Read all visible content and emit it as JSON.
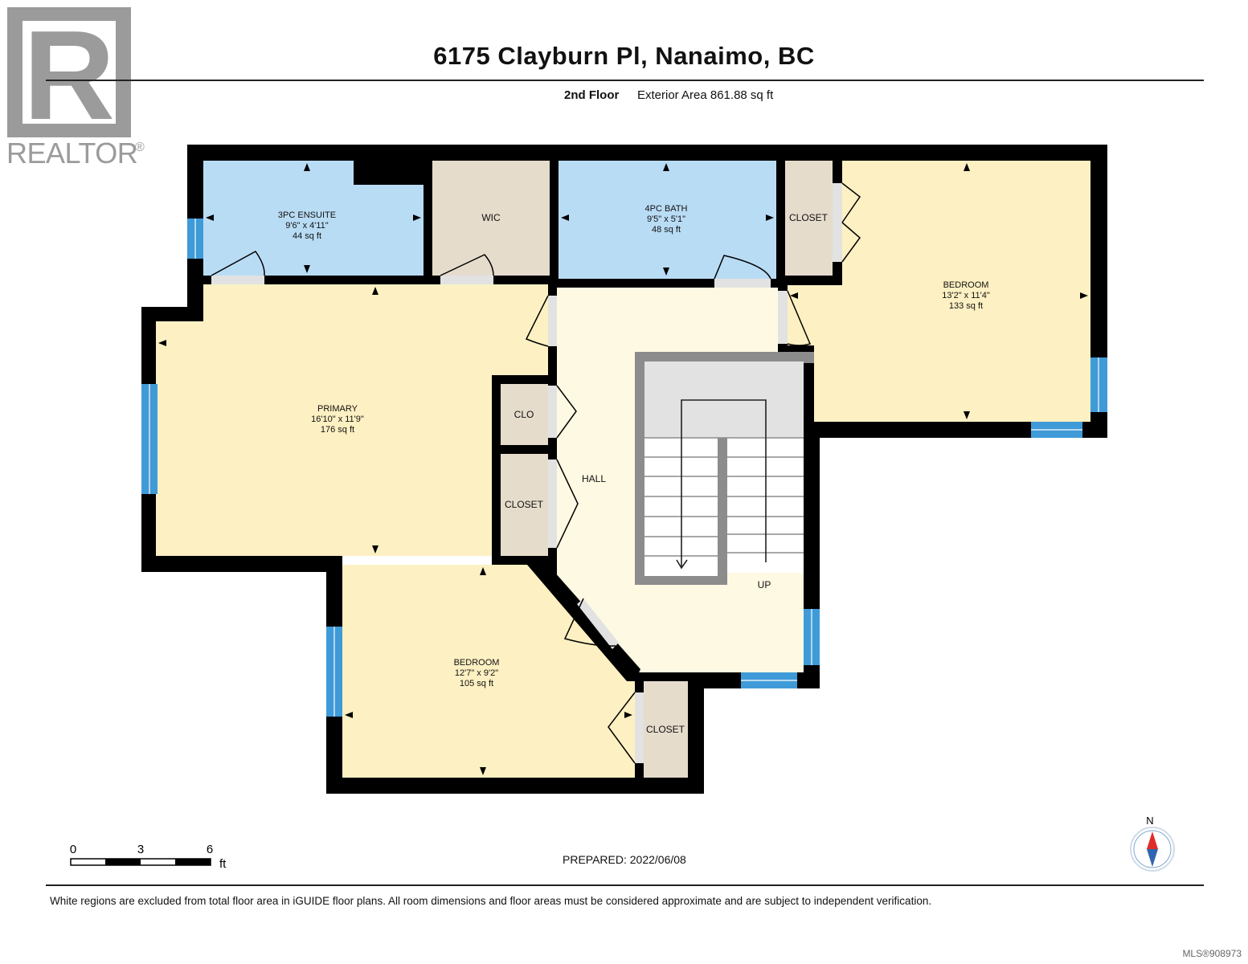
{
  "logo": {
    "letter": "R",
    "wordmark": "REALTOR",
    "mark": "®"
  },
  "header": {
    "title": "6175 Clayburn Pl, Nanaimo, BC",
    "floor": "2nd Floor",
    "area": "Exterior Area 861.88 sq ft"
  },
  "rooms": {
    "ensuite": {
      "name": "3PC ENSUITE",
      "dims": "9'6\" x 4'11\"",
      "area": "44 sq ft"
    },
    "wic": {
      "name": "WIC"
    },
    "bath": {
      "name": "4PC BATH",
      "dims": "9'5\" x 5'1\"",
      "area": "48 sq ft"
    },
    "closet_ne": {
      "name": "CLOSET"
    },
    "bedroom_ne": {
      "name": "BEDROOM",
      "dims": "13'2\" x 11'4\"",
      "area": "133 sq ft"
    },
    "primary": {
      "name": "PRIMARY",
      "dims": "16'10\" x 11'9\"",
      "area": "176 sq ft"
    },
    "clo": {
      "name": "CLO"
    },
    "closet_mid": {
      "name": "CLOSET"
    },
    "hall": {
      "name": "HALL"
    },
    "stairs": {
      "label": "UP"
    },
    "bedroom_s": {
      "name": "BEDROOM",
      "dims": "12'7\" x 9'2\"",
      "area": "105 sq ft"
    },
    "closet_s": {
      "name": "CLOSET"
    }
  },
  "scale": {
    "ticks": [
      "0",
      "3",
      "6"
    ],
    "unit": "ft"
  },
  "compass": {
    "label": "N"
  },
  "footer": {
    "prepared": "PREPARED: 2022/06/08",
    "disclaimer": "White regions are excluded from total floor area in iGUIDE floor plans. All room dimensions and floor areas must be considered approximate and are subject to independent verification.",
    "mls": "MLS®908973"
  },
  "colors": {
    "wall": "#000000",
    "bath_fill": "#b9dcf5",
    "closet_fill": "#e6dccc",
    "room_fill": "#fdf0c2",
    "hall_fill": "#fef9e3",
    "window": "#3f9ad8",
    "stair_fill": "#e2e2e2",
    "stair_border": "#8c8c8c",
    "logo_gray": "#9b9b9b"
  }
}
